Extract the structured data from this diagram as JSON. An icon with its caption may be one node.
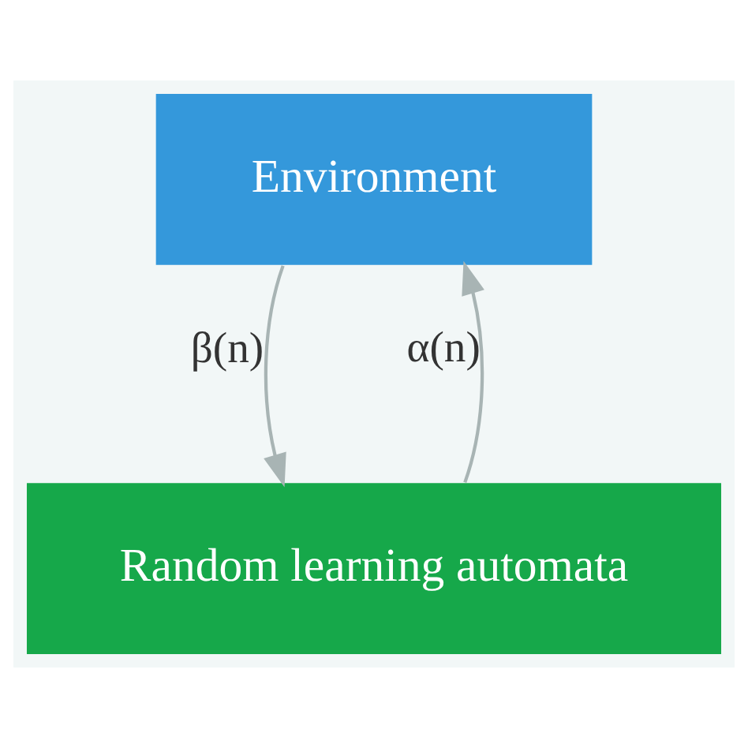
{
  "diagram": {
    "nodes": [
      {
        "text": [
          "Environment"
        ]
      },
      {
        "text": [
          "Random learning automata"
        ]
      }
    ],
    "edges": [
      {
        "from": 0,
        "to": 1,
        "arrow": "to",
        "label": "β(n)"
      },
      {
        "from": 1,
        "to": 0,
        "arrow": "to",
        "label": "α(n)"
      }
    ]
  }
}
